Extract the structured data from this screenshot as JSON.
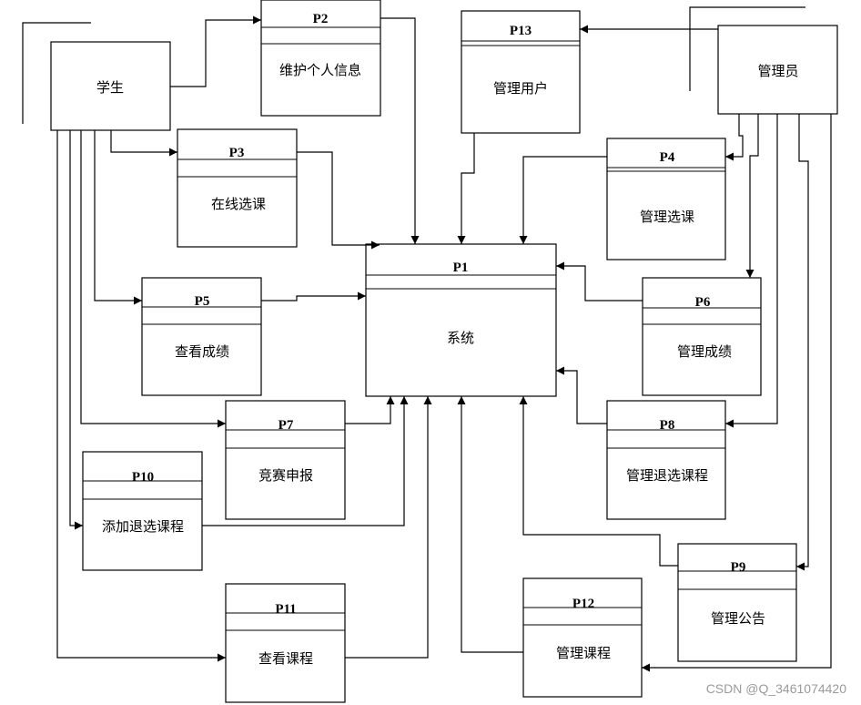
{
  "entities": {
    "student": "学生",
    "admin": "管理员"
  },
  "processes": {
    "p1": {
      "id": "P1",
      "name": "系统"
    },
    "p2": {
      "id": "P2",
      "name": "维护个人信息"
    },
    "p3": {
      "id": "P3",
      "name": "在线选课"
    },
    "p4": {
      "id": "P4",
      "name": "管理选课"
    },
    "p5": {
      "id": "P5",
      "name": "查看成绩"
    },
    "p6": {
      "id": "P6",
      "name": "管理成绩"
    },
    "p7": {
      "id": "P7",
      "name": "竞赛申报"
    },
    "p8": {
      "id": "P8",
      "name": "管理退选课程"
    },
    "p9": {
      "id": "P9",
      "name": "管理公告"
    },
    "p10": {
      "id": "P10",
      "name": "添加退选课程"
    },
    "p11": {
      "id": "P11",
      "name": "查看课程"
    },
    "p12": {
      "id": "P12",
      "name": "管理课程"
    },
    "p13": {
      "id": "P13",
      "name": "管理用户"
    }
  },
  "watermark": "CSDN @Q_3461074420"
}
